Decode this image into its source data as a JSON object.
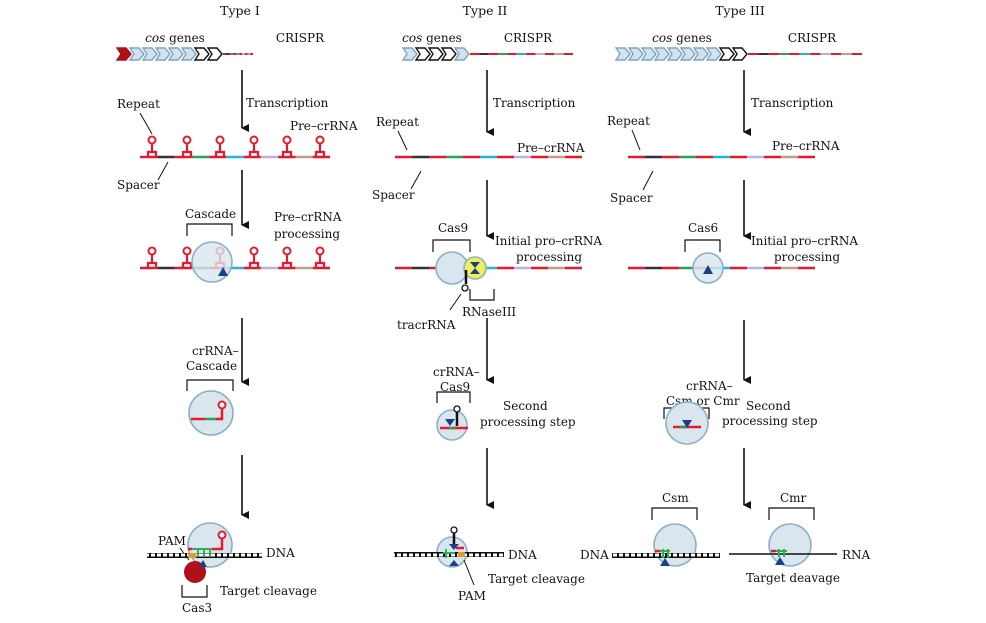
{
  "colors": {
    "repeat_red": "#e8192c",
    "spacer_colors": [
      "#333333",
      "#2e9e5b",
      "#22b5e0",
      "#b9b3dc",
      "#c0a080"
    ],
    "gene_fill": "#d3e3ee",
    "gene_stroke": "#7aa6c2",
    "cas_core": "#b01018",
    "protein_fill": "#d9e6ee",
    "protein_stroke": "#8ab0c8",
    "rnase_yellow": "#f2ee5a",
    "cleave_blue": "#1a3f8c",
    "pair_green": "#2eae4e",
    "arrow": "#111111"
  },
  "columns": [
    {
      "title": "Type I",
      "genes_label_italic": "cos",
      "genes_label_rest": " genes",
      "crispr_label": "CRISPR",
      "step1": "Transcription",
      "repeat_label": "Repeat",
      "spacer_label": "Spacer",
      "pre_label": "Pre–crRNA",
      "complex1_label": "Cascade",
      "processing_label_1": "Pre–crRNA",
      "processing_label_2": "processing",
      "complex2_label_1": "crRNA–",
      "complex2_label_2": "Cascade",
      "pam_label": "PAM",
      "dna_label": "DNA",
      "cleave_label": "Target cleavage",
      "cas3_label": "Cas3"
    },
    {
      "title": "Type II",
      "genes_label_italic": "cos",
      "genes_label_rest": " genes",
      "crispr_label": "CRISPR",
      "step1": "Transcription",
      "repeat_label": "Repeat",
      "spacer_label": "Spacer",
      "pre_label": "Pre–crRNA",
      "complex1_label": "Cas9",
      "processing_label_1": "Initial pro–crRNA",
      "processing_label_2": "processing",
      "tracr_label": "tracrRNA",
      "rnase_label": "RNaseIII",
      "complex2_label_1": "crRNA–",
      "complex2_label_2": "Cas9",
      "second_1": "Second",
      "second_2": "processing step",
      "dna_label": "DNA",
      "cleave_label": "Target cleavage",
      "pam_label": "PAM"
    },
    {
      "title": "Type III",
      "genes_label_italic": "cos",
      "genes_label_rest": " genes",
      "crispr_label": "CRISPR",
      "step1": "Transcription",
      "repeat_label": "Repeat",
      "spacer_label": "Spacer",
      "pre_label": "Pre–crRNA",
      "complex1_label": "Cas6",
      "processing_label_1": "Initial pro–crRNA",
      "processing_label_2": "processing",
      "complex2_label_1": "crRNA–",
      "complex2_label_2": "Csm or Cmr",
      "second_1": "Second",
      "second_2": "processing step",
      "csm_label": "Csm",
      "cmr_label": "Cmr",
      "dna_label": "DNA",
      "rna_label": "RNA",
      "cleave_label": "Target deavage"
    }
  ]
}
